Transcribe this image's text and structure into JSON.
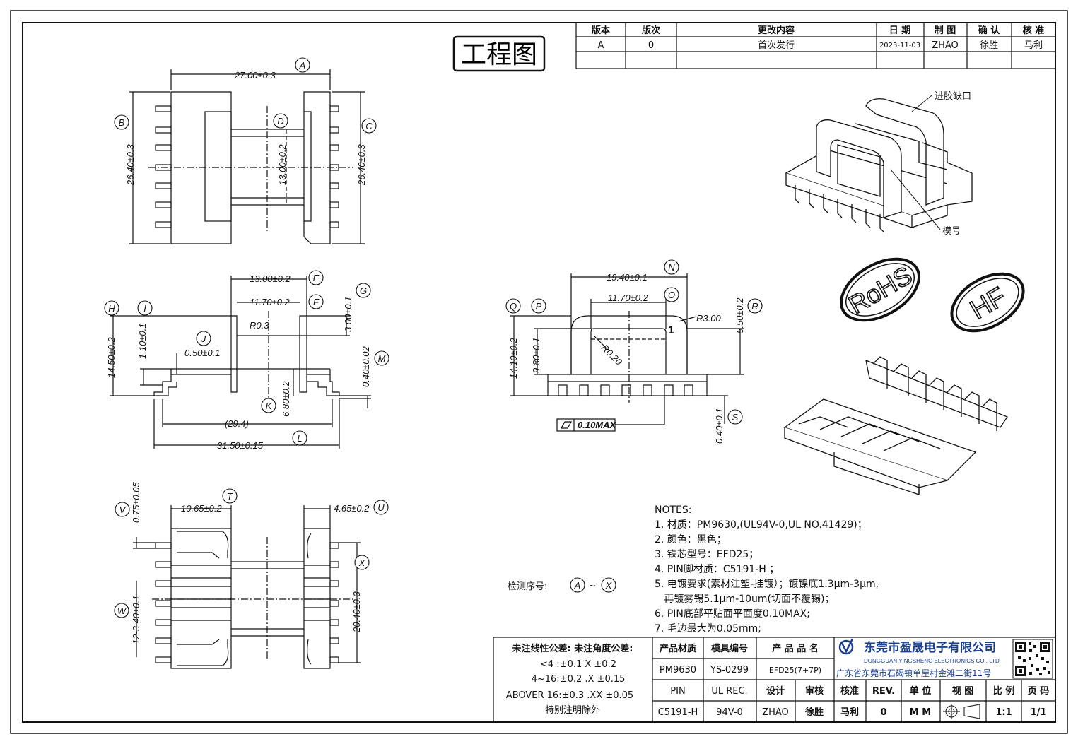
{
  "title": "工程图",
  "revision_table": {
    "headers": [
      "版本",
      "版次",
      "更改内容",
      "日 期",
      "制 图",
      "确 认",
      "核 准"
    ],
    "row": [
      "A",
      "0",
      "首次发行",
      "2023-11-03",
      "ZHAO",
      "徐胜",
      "马利"
    ]
  },
  "dims": {
    "A": "27.00±0.3",
    "B": "26.40±0.3",
    "C": "26.40±0.3",
    "D": "13.00±0.2",
    "E": "13.00±0.2",
    "F": "11.70±0.2",
    "G": "3.00±0.1",
    "H": "14.50±0.2",
    "I": "1.10±0.1",
    "J": "0.50±0.1",
    "K": "6.80±0.2",
    "L": "31.50±0.15",
    "L_ref": "(29.4)",
    "M": "0.40±0.02",
    "R03": "R0.3",
    "N": "19.40±0.1",
    "O": "11.70±0.2",
    "P": "9.80±0.1",
    "Q": "14.10±0.2",
    "R": "5.50±0.2",
    "R300": "R3.00",
    "R020": "R0.20",
    "S": "0.40±0.1",
    "flatness": "0.10MAX",
    "T": "10.65±0.2",
    "U": "4.65±0.2",
    "V": "0.75±0.05",
    "W": "12-3.40±0.1",
    "X": "20.40±0.3"
  },
  "letters": [
    "A",
    "B",
    "C",
    "D",
    "E",
    "F",
    "G",
    "H",
    "I",
    "J",
    "K",
    "L",
    "M",
    "N",
    "O",
    "P",
    "Q",
    "R",
    "S",
    "T",
    "U",
    "V",
    "W",
    "X"
  ],
  "iso_labels": {
    "gate": "进胶缺口",
    "mold": "模号",
    "pin1": "1"
  },
  "badges": {
    "rohs": "RoHS",
    "hf": "HF"
  },
  "inspect": {
    "label": "检测序号:",
    "from": "A",
    "sep": "~",
    "to": "X"
  },
  "notes": {
    "title": "NOTES:",
    "items": [
      "1. 材质：PM9630,(UL94V-0,UL NO.41429)；",
      "2. 颜色：黑色；",
      "3. 铁芯型号：EFD25；",
      "4. PIN脚材质：C5191-H ；",
      "5. 电镀要求(素材注塑-挂镀）；镀镍底1.3μm-3μm,",
      "   再镀雾锡5.1μm-10um(切面不覆锡)；",
      "6. PIN底部平贴面平面度0.10MAX;",
      "7. 毛边最大为0.05mm;"
    ]
  },
  "tolerance": {
    "head": "未注线性公差:  未注角度公差:",
    "r1": "<4 :±0.1  X ±0.2",
    "r2": "4~16:±0.2  .X ±0.15",
    "r3": "ABOVER 16:±0.3  .XX ±0.05",
    "r4": "特别注明除外"
  },
  "title_block": {
    "h1": [
      "产品材质",
      "模具编号",
      "产 品 品 名"
    ],
    "v1": [
      "PM9630",
      "YS-0299",
      "EFD25(7+7P)"
    ],
    "h2": [
      "PIN",
      "UL REC.",
      "设计",
      "审核",
      "核准",
      "REV.",
      "单 位",
      "视 图",
      "比 例",
      "页 码"
    ],
    "v2": [
      "C5191-H",
      "94V-0",
      "ZHAO",
      "徐胜",
      "马利",
      "0",
      "M M",
      "",
      "1:1",
      "1/1"
    ],
    "company_cn": "东莞市盈晟电子有限公司",
    "company_en": "DONGGUAN YINGSHENG ELECTRONICS CO., LTD",
    "address": "广东省东莞市石碣镇单屋村金滩二街11号"
  }
}
